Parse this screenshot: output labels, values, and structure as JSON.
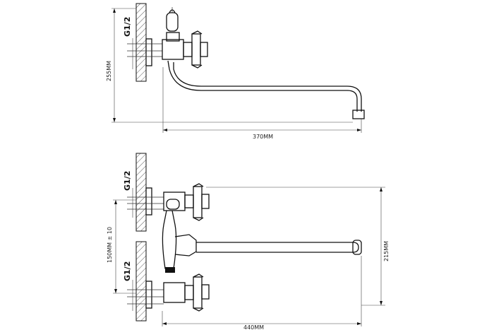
{
  "top_view": {
    "thread_label": "G1/2",
    "height_dim": "255MM",
    "length_dim": "370MM"
  },
  "bottom_view": {
    "thread_label_upper": "G1/2",
    "thread_label_lower": "G1/2",
    "center_distance_dim": "150MM ± 10",
    "height_dim": "215MM",
    "length_dim": "440MM"
  }
}
